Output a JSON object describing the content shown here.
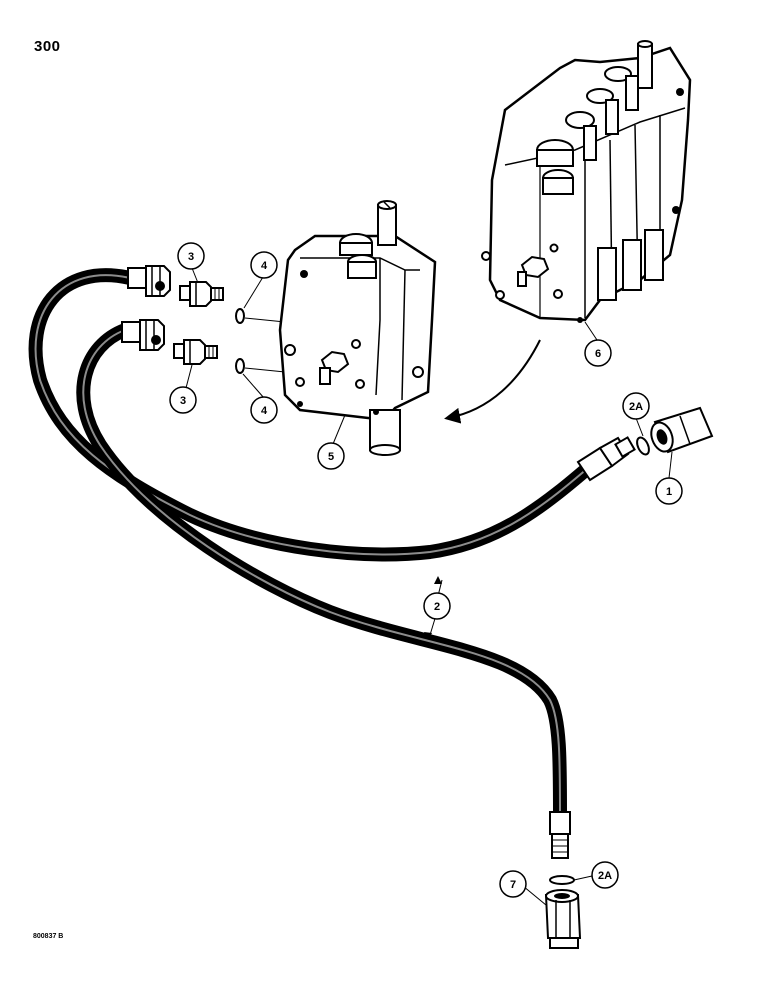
{
  "page_number": "300",
  "drawing_code": "800837 B",
  "callouts": [
    {
      "id": "c1",
      "label": "1"
    },
    {
      "id": "c2",
      "label": "2"
    },
    {
      "id": "c2a_top",
      "label": "2A"
    },
    {
      "id": "c2a_bottom",
      "label": "2A"
    },
    {
      "id": "c3_top",
      "label": "3"
    },
    {
      "id": "c3_bottom",
      "label": "3"
    },
    {
      "id": "c4_top",
      "label": "4"
    },
    {
      "id": "c4_bottom",
      "label": "4"
    },
    {
      "id": "c5",
      "label": "5"
    },
    {
      "id": "c6",
      "label": "6"
    },
    {
      "id": "c7",
      "label": "7"
    }
  ]
}
